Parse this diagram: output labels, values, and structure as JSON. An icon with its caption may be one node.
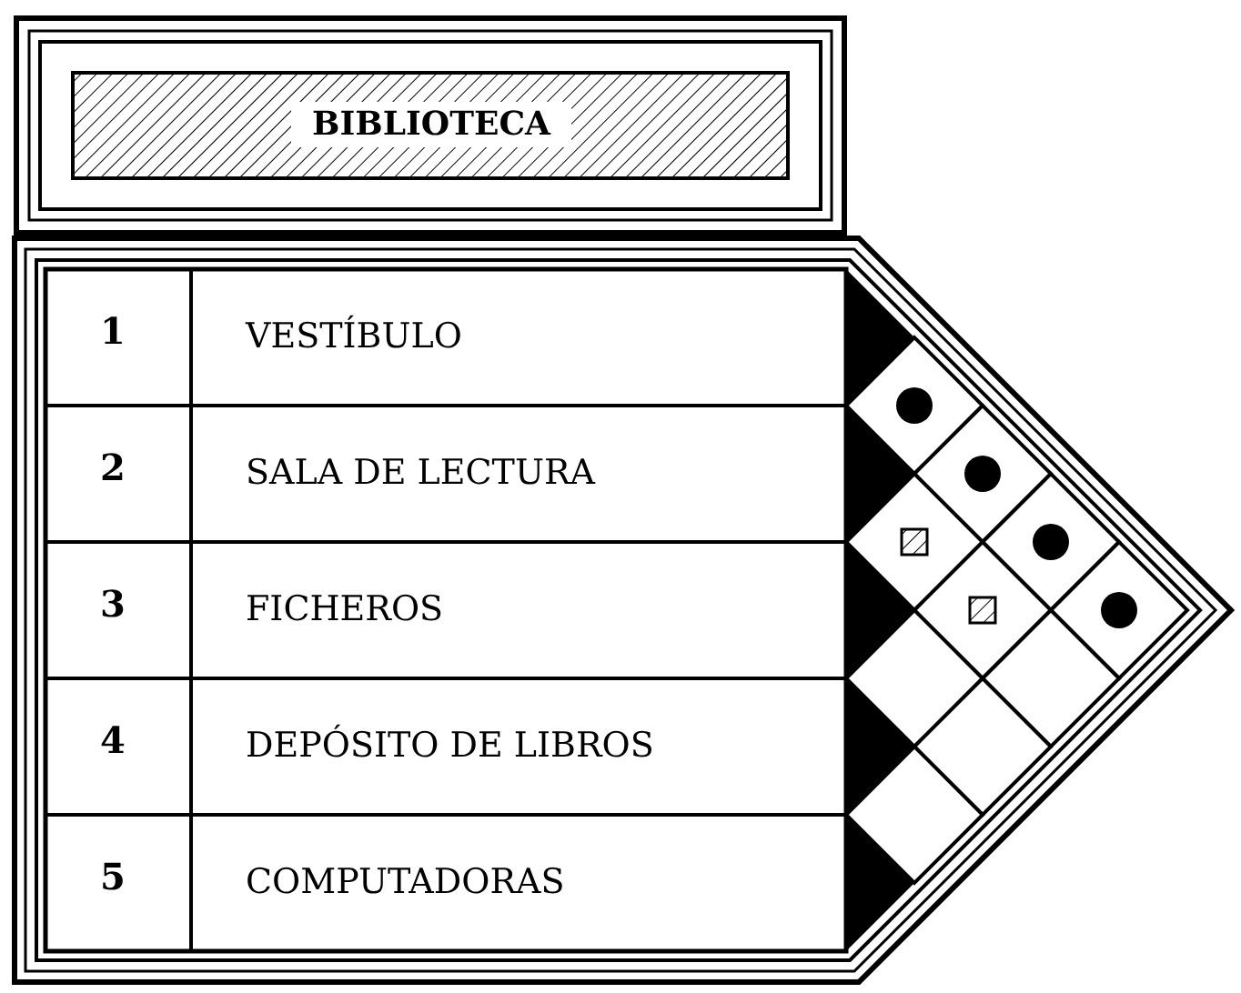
{
  "diagram": {
    "title": "BIBLIOTECA",
    "labels": [
      "1",
      "VESTÍBULO",
      "2",
      "SALA DE LECTURA",
      "3",
      "FICHEROS",
      "4",
      "DEPÓSITO DE LIBROS",
      "5",
      "COMPUTADORAS"
    ]
  }
}
